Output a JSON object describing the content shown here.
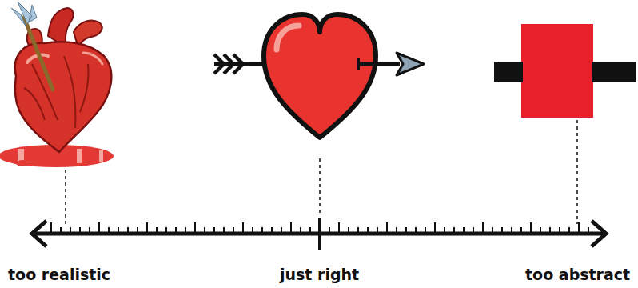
{
  "diagram": {
    "labels": [
      "too realistic",
      "just right",
      "too abstract"
    ]
  }
}
